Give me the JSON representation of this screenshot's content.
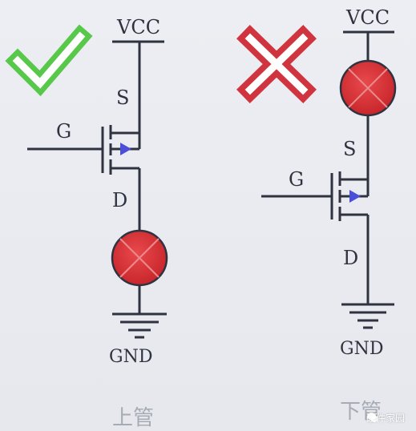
{
  "left": {
    "vcc": "VCC",
    "s": "S",
    "g": "G",
    "d": "D",
    "gnd": "GND",
    "caption": "上管",
    "status_icon": "check-icon"
  },
  "right": {
    "vcc": "VCC",
    "s": "S",
    "g": "G",
    "d": "D",
    "gnd": "GND",
    "caption": "下管",
    "status_icon": "cross-icon"
  },
  "watermark": "硬件家园",
  "colors": {
    "check": "#58c84a",
    "cross": "#d0343e",
    "lamp": "#d8343a",
    "arrow": "#4a4fd6",
    "wire": "#2f3340"
  }
}
